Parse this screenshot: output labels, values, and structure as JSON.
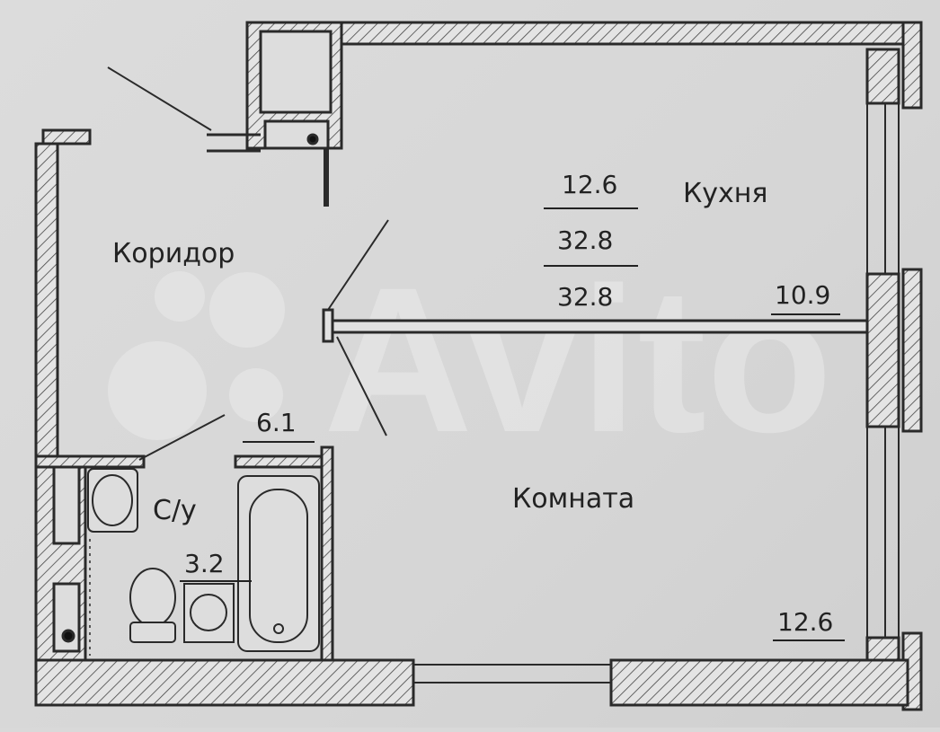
{
  "watermark": "Avito",
  "summary": {
    "living_area": "12.6",
    "total_area": "32.8",
    "total_area_with_balcony": "32.8"
  },
  "rooms": {
    "kitchen": {
      "name": "Кухня",
      "area": "10.9"
    },
    "corridor": {
      "name": "Коридор",
      "area": "6.1"
    },
    "bathroom": {
      "name": "С/у",
      "area": "3.2"
    },
    "room": {
      "name": "Комната",
      "area": "12.6"
    }
  },
  "colors": {
    "line": "#2a2a2a",
    "background": "#d9d9d9"
  }
}
